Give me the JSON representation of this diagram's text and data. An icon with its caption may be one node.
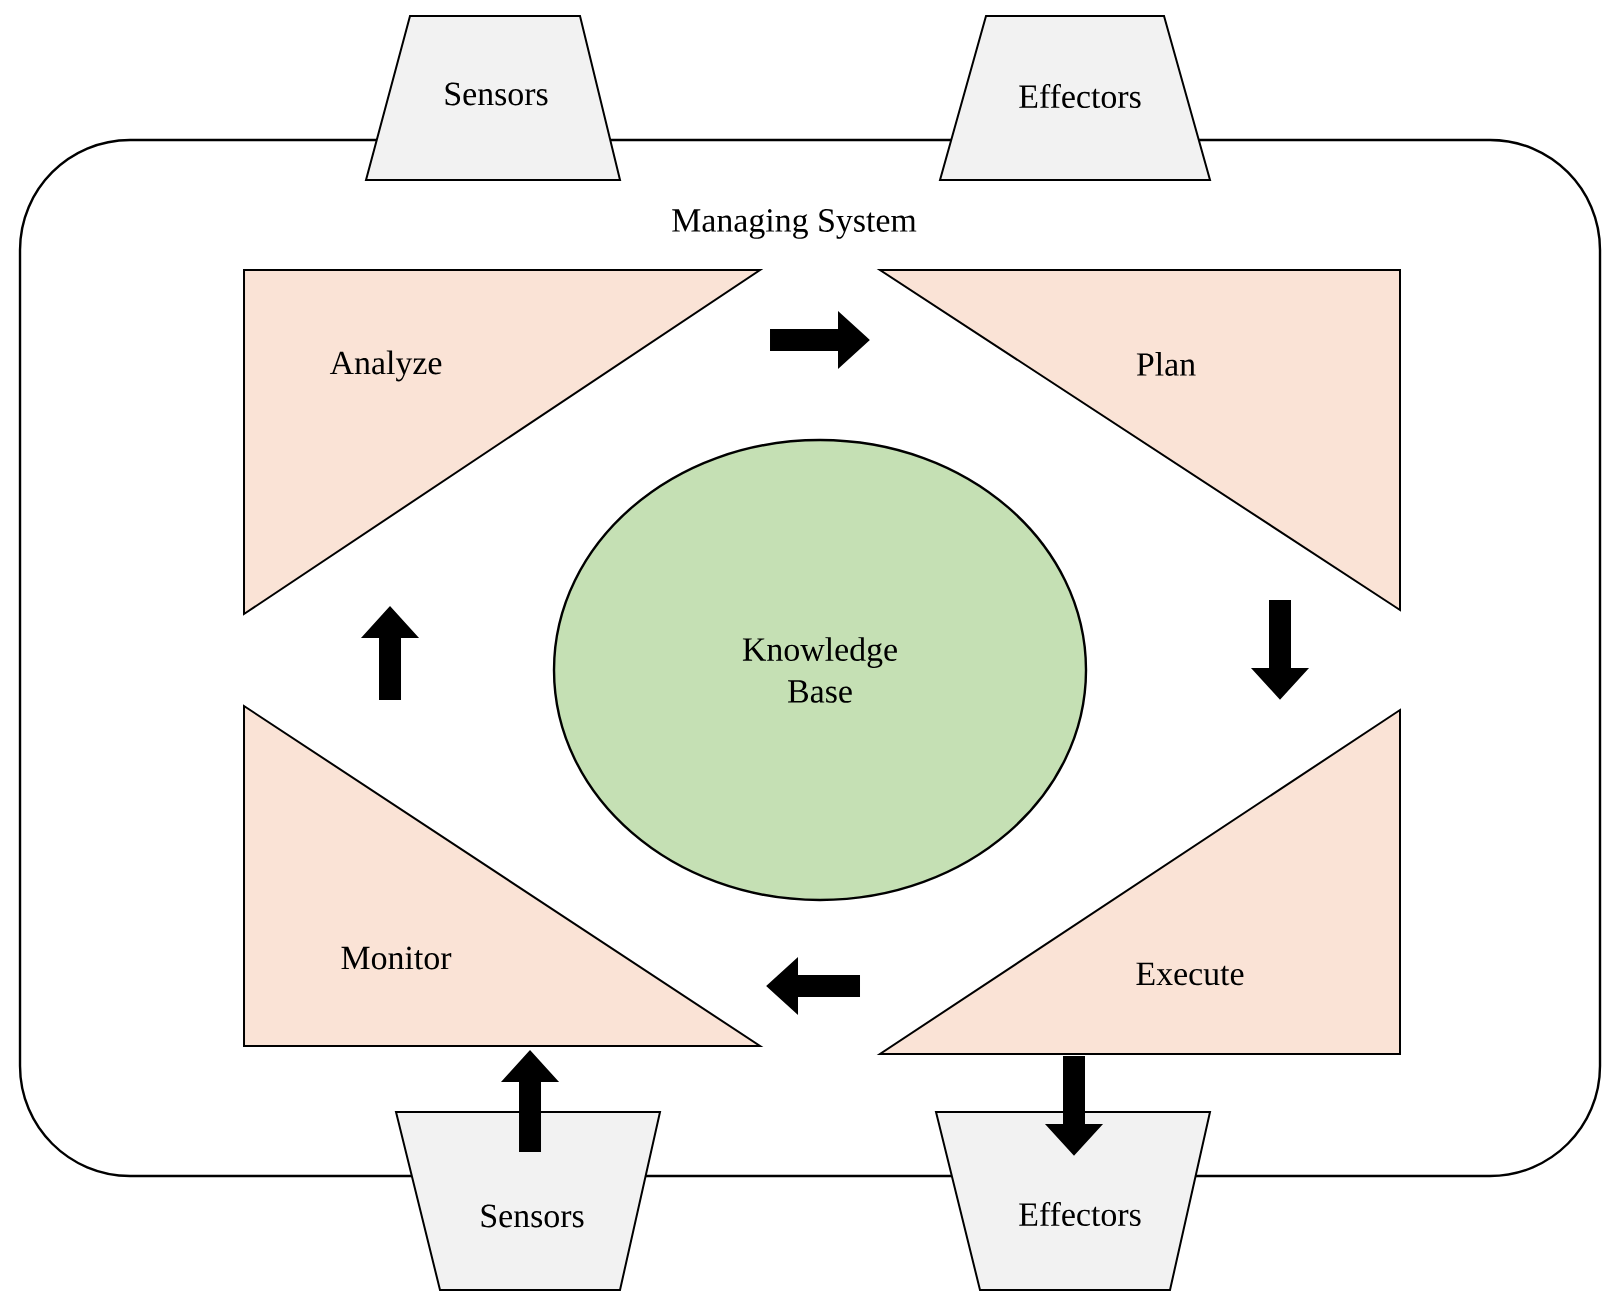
{
  "diagram": {
    "nodes": [
      {
        "text": [
          "Managing System"
        ]
      },
      {
        "text": [
          "Sensors"
        ]
      },
      {
        "text": [
          "Effectors"
        ]
      },
      {
        "text": [
          "Analyze"
        ],
        "in": 0
      },
      {
        "text": [
          "Plan"
        ],
        "in": 0
      },
      {
        "text": [
          "Knowledge Base"
        ],
        "in": 0
      },
      {
        "text": [
          "Execute"
        ],
        "in": 0
      },
      {
        "text": [
          "Monitor"
        ],
        "in": 0
      },
      {
        "text": [
          "Sensors"
        ]
      },
      {
        "text": [
          "Effectors"
        ]
      }
    ],
    "edges": [
      {
        "from": 3,
        "to": 4,
        "arrow": "to"
      },
      {
        "from": 4,
        "to": 6,
        "arrow": "to"
      },
      {
        "from": 6,
        "to": 7,
        "arrow": "to"
      },
      {
        "from": 7,
        "to": 3,
        "arrow": "to"
      },
      {
        "from": 8,
        "to": 7,
        "arrow": "to"
      },
      {
        "from": 6,
        "to": 9,
        "arrow": "to"
      }
    ]
  }
}
